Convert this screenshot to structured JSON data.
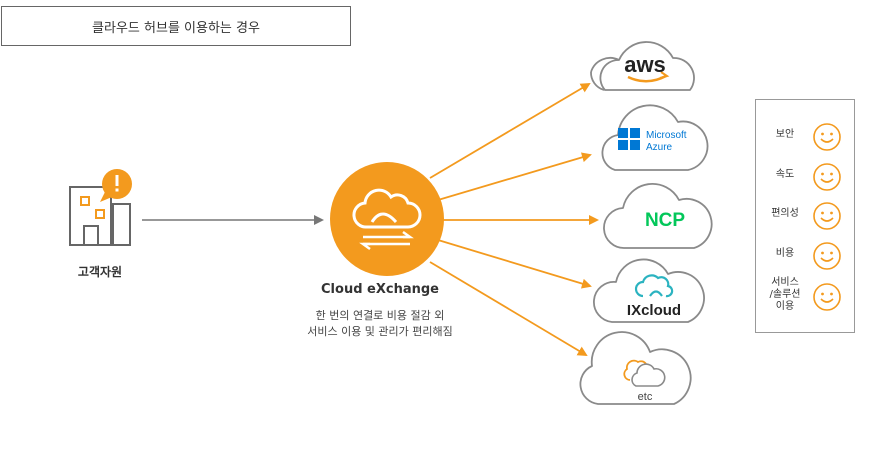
{
  "title": "클라우드 허브를 이용하는 경우",
  "customer": {
    "label": "고객자원",
    "icon": "building-alert-icon"
  },
  "exchange": {
    "name": "Cloud eXchange",
    "desc_line1": "한 번의 연결로 비용 절감 외",
    "desc_line2": "서비스 이용 및 관리가 편리해짐",
    "icon": "cloud-exchange-icon"
  },
  "providers": {
    "aws": "aws",
    "azure_line1": "Microsoft",
    "azure_line2": "Azure",
    "ncp": "NCP",
    "ixcloud": "IXcloud",
    "etc": "etc"
  },
  "benefits": {
    "b1": "보안",
    "b2": "속도",
    "b3": "편의성",
    "b4": "비용",
    "b5_line1": "서비스",
    "b5_line2": "/솔루션",
    "b5_line3": "이용"
  },
  "colors": {
    "accent": "#F39A1E",
    "arrow_gray": "#777777",
    "ncp_green": "#03C75A",
    "azure_blue": "#0078D4",
    "ix_teal": "#2BB3C0"
  }
}
